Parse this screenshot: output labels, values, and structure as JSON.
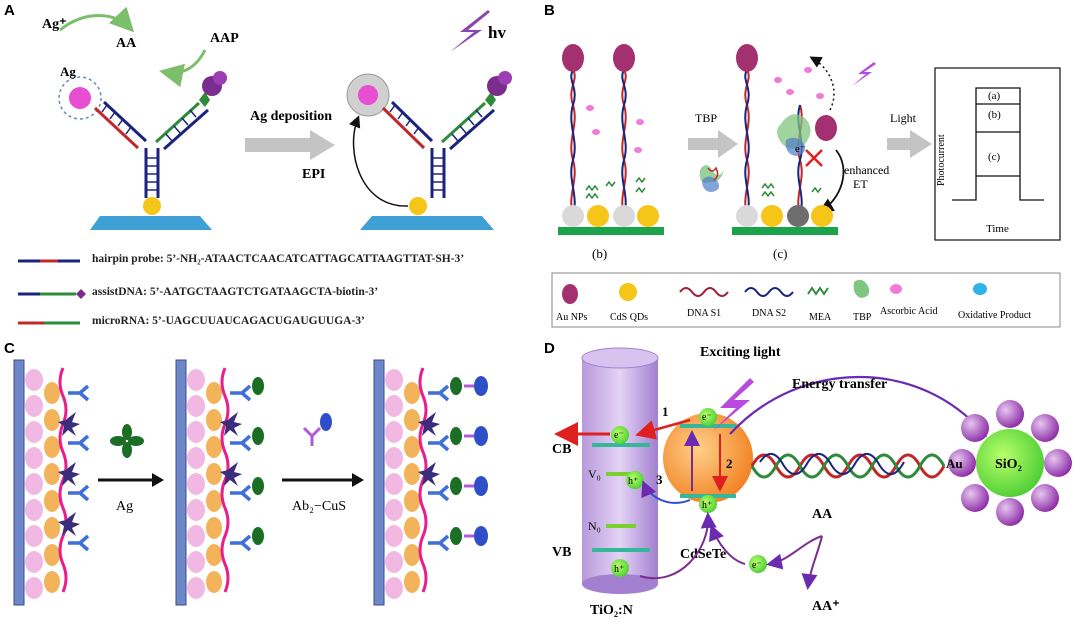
{
  "panels": {
    "a": {
      "label": "A",
      "ag_ion": "Ag⁺",
      "aa": "AA",
      "aap": "AAP",
      "ag": "Ag",
      "ag_deposition": "Ag deposition",
      "hv": "hv",
      "epi": "EPI",
      "legend": [
        {
          "name": "hairpin probe:",
          "seq": "5’-NH₂-ATAACTCAACATCATTAGCATTAAGTTAT-SH-3’"
        },
        {
          "name": "assistDNA:",
          "seq": "5’-AATGCTAAGTCTGATAAGCTA-biotin-3’"
        },
        {
          "name": "microRNA:",
          "seq": "5’-UAGCUUAUCAGACUGAUGUUGA-3’"
        }
      ]
    },
    "b": {
      "label": "B",
      "tbp": "TBP",
      "light": "Light",
      "enhanced_et": [
        "enhanced",
        "ET"
      ],
      "electron": "e⁻",
      "sub_b": "(b)",
      "sub_c": "(c)",
      "ylabel": "Photocurrent",
      "xlabel": "Time",
      "trace_labels": [
        "(a)",
        "(b)",
        "(c)"
      ],
      "legend": [
        "Au NPs",
        "CdS QDs",
        "DNA S1",
        "DNA S2",
        "MEA",
        "TBP",
        "Ascorbic Acid",
        "Oxidative Product"
      ]
    },
    "c": {
      "label": "C",
      "ag": "Ag",
      "ab2": "Ab₂−CuS"
    },
    "d": {
      "label": "D",
      "exciting_light": "Exciting light",
      "energy_transfer": "Energy transfer",
      "cb": "CB",
      "vb": "VB",
      "vo": "V₀",
      "no": "N₀",
      "tio2": "TiO₂:N",
      "cdsete": "CdSeTe",
      "au": "Au",
      "sio2": "SiO₂",
      "aa": "AA",
      "aa_plus": "AA⁺",
      "e": "e⁻",
      "h": "h⁺",
      "path_labels": [
        "1",
        "2",
        "3"
      ]
    }
  },
  "colors": {
    "dna_red": "#c0282c",
    "dna_navy": "#1a237e",
    "dna_green": "#2e8b3a",
    "purple": "#7b2d8e",
    "gold": "#f5c518",
    "electrode": "#3fa0d6",
    "gray_arrow": "#b0b0b0"
  }
}
